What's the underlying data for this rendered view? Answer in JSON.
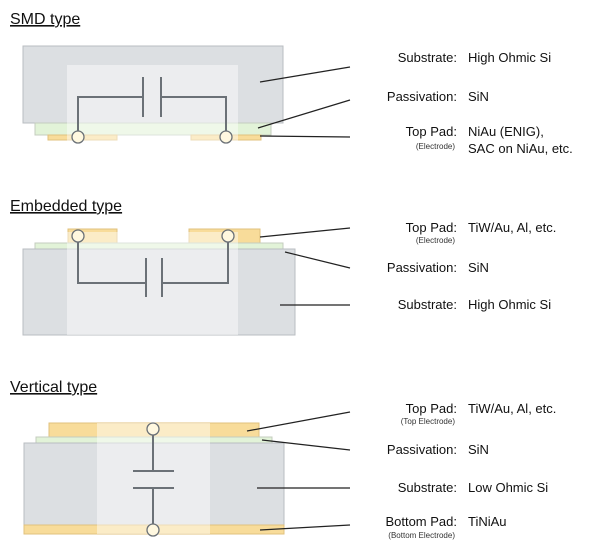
{
  "sections": [
    {
      "title": "SMD type",
      "labels": [
        {
          "name": "Substrate:",
          "value": [
            "High Ohmic Si"
          ]
        },
        {
          "name": "Passivation:",
          "value": [
            "SiN"
          ]
        },
        {
          "name": "Top Pad:",
          "sub": "(Electrode)",
          "value": [
            "NiAu (ENIG),",
            "SAC on NiAu, etc."
          ]
        }
      ]
    },
    {
      "title": "Embedded type",
      "labels": [
        {
          "name": "Top Pad:",
          "sub": "(Electrode)",
          "value": [
            "TiW/Au, Al, etc."
          ]
        },
        {
          "name": "Passivation:",
          "value": [
            "SiN"
          ]
        },
        {
          "name": "Substrate:",
          "value": [
            "High Ohmic Si"
          ]
        }
      ]
    },
    {
      "title": "Vertical type",
      "labels": [
        {
          "name": "Top Pad:",
          "sub": "(Top Electrode)",
          "value": [
            "TiW/Au, Al, etc."
          ]
        },
        {
          "name": "Passivation:",
          "value": [
            "SiN"
          ]
        },
        {
          "name": "Substrate:",
          "value": [
            "Low Ohmic Si"
          ]
        },
        {
          "name": "Bottom Pad:",
          "sub": "(Bottom Electrode)",
          "value": [
            "TiNiAu"
          ]
        }
      ]
    }
  ]
}
